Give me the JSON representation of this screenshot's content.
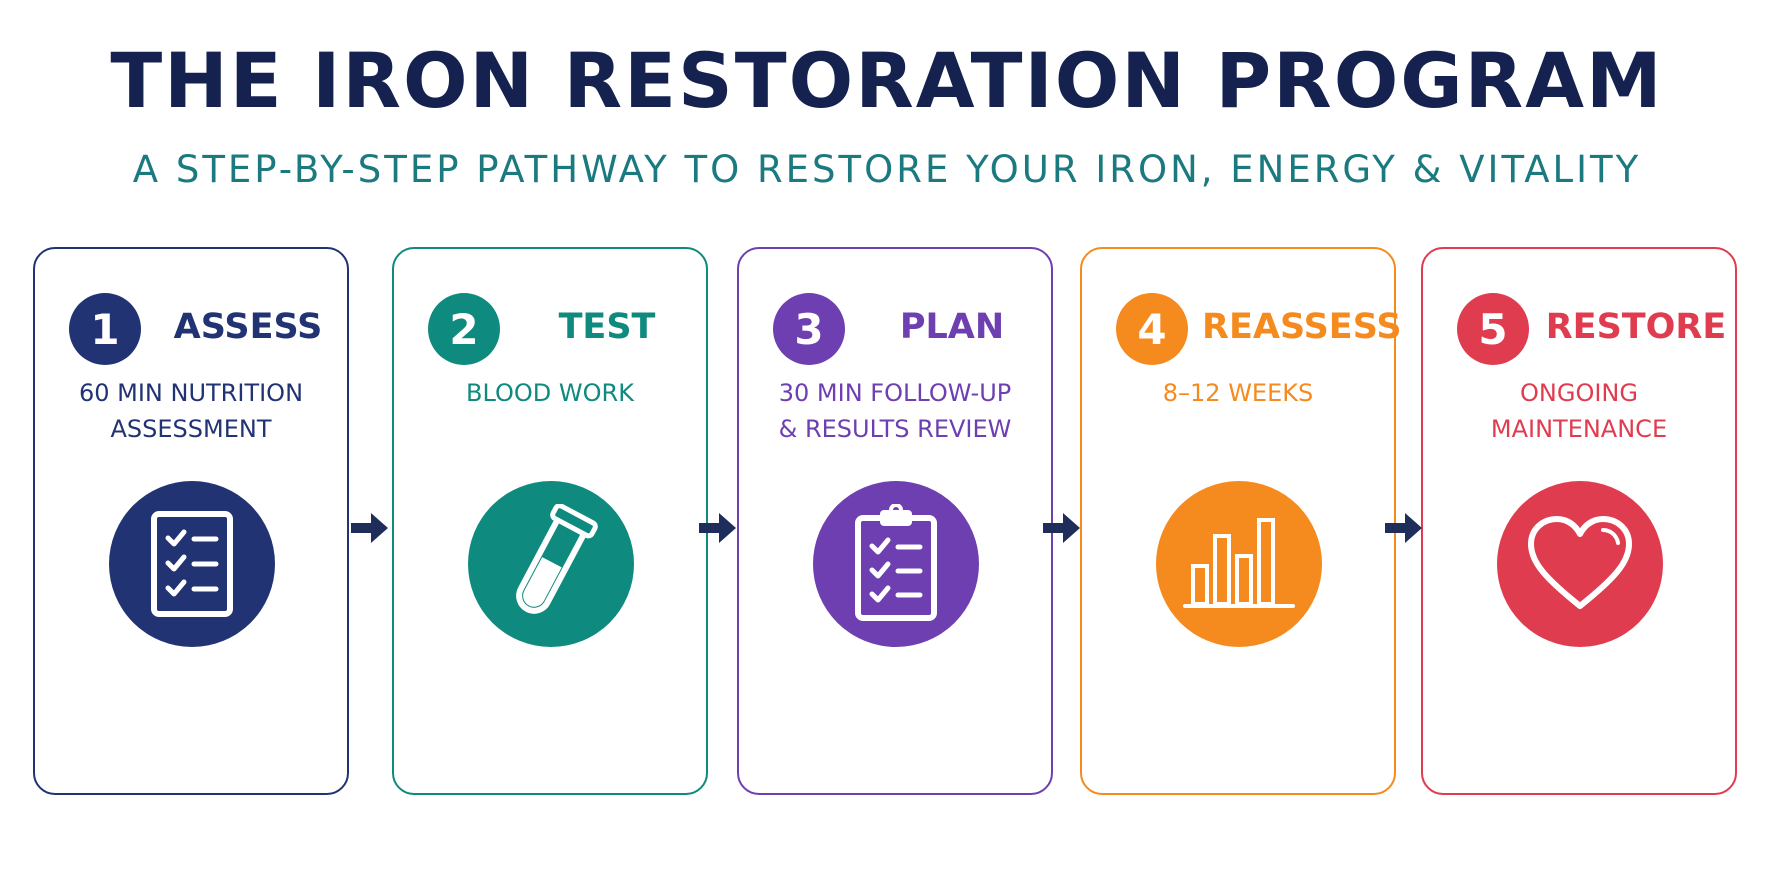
{
  "header": {
    "title": "THE IRON RESTORATION PROGRAM",
    "subtitle": "A STEP-BY-STEP PATHWAY TO RESTORE YOUR IRON, ENERGY & VITALITY"
  },
  "colors": {
    "title": "#15224f",
    "subtitle": "#1a7a80",
    "arrow": "#1e2d5a"
  },
  "steps": [
    {
      "number": "1",
      "title": "ASSESS",
      "desc_lines": [
        "60 MIN NUTRITION",
        "ASSESSMENT"
      ],
      "icon": "checklist-icon",
      "color": "#223373"
    },
    {
      "number": "2",
      "title": "TEST",
      "desc_lines": [
        "BLOOD WORK"
      ],
      "icon": "test-tube-icon",
      "color": "#0f8a7e"
    },
    {
      "number": "3",
      "title": "PLAN",
      "desc_lines": [
        "30 MIN FOLLOW-UP",
        "& RESULTS REVIEW"
      ],
      "icon": "clipboard-checklist-icon",
      "color": "#6e3fb0"
    },
    {
      "number": "4",
      "title": "REASSESS",
      "desc_lines": [
        "8–12 WEEKS"
      ],
      "icon": "bar-chart-icon",
      "color": "#f58a1f"
    },
    {
      "number": "5",
      "title": "RESTORE",
      "desc_lines": [
        "ONGOING",
        "MAINTENANCE"
      ],
      "icon": "heart-icon",
      "color": "#e03c4f"
    }
  ]
}
